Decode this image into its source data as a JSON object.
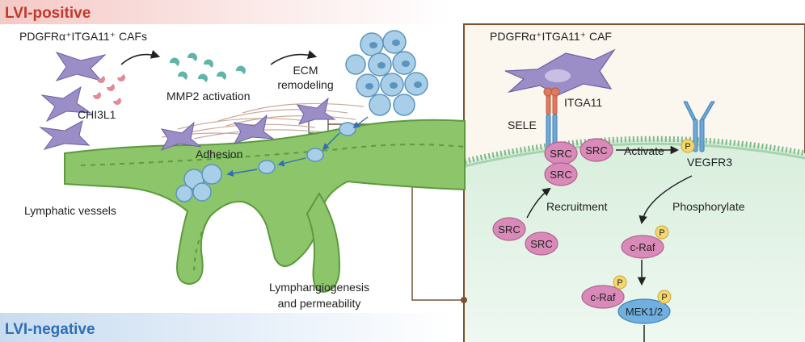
{
  "panels": {
    "positive": "LVI-positive",
    "negative": "LVI-negative"
  },
  "left": {
    "cafs": "PDGFRα⁺ITGA11⁺ CAFs",
    "chi3l1": "CHI3L1",
    "mmp2": "MMP2 activation",
    "ecm_line1": "ECM",
    "ecm_line2": "remodeling",
    "adhesion": "Adhesion",
    "lymphatic": "Lymphatic vessels",
    "lymphangio_line1": "Lymphangiogenesis",
    "lymphangio_line2": "and permeability"
  },
  "right": {
    "caf": "PDGFRα⁺ITGA11⁺ CAF",
    "itga11": "ITGA11",
    "sele": "SELE",
    "src": "SRC",
    "activate": "Activate",
    "vegfr3": "VEGFR3",
    "recruitment": "Recruitment",
    "phosphorylate": "Phosphorylate",
    "craf": "c-Raf",
    "mek": "MEK1/2",
    "p": "P"
  },
  "colors": {
    "positive_header": "#c0392b",
    "negative_header": "#2e6fb5",
    "vessel": "#8cc56a",
    "vessel_dark": "#5d9a3f",
    "caf": "#9b8ec6",
    "src": "#d98ab8",
    "tumor": "#a9cfe8",
    "cell_bg": "#e6f4ec",
    "mek": "#6fb0e0",
    "phos": "#f5d76e"
  }
}
